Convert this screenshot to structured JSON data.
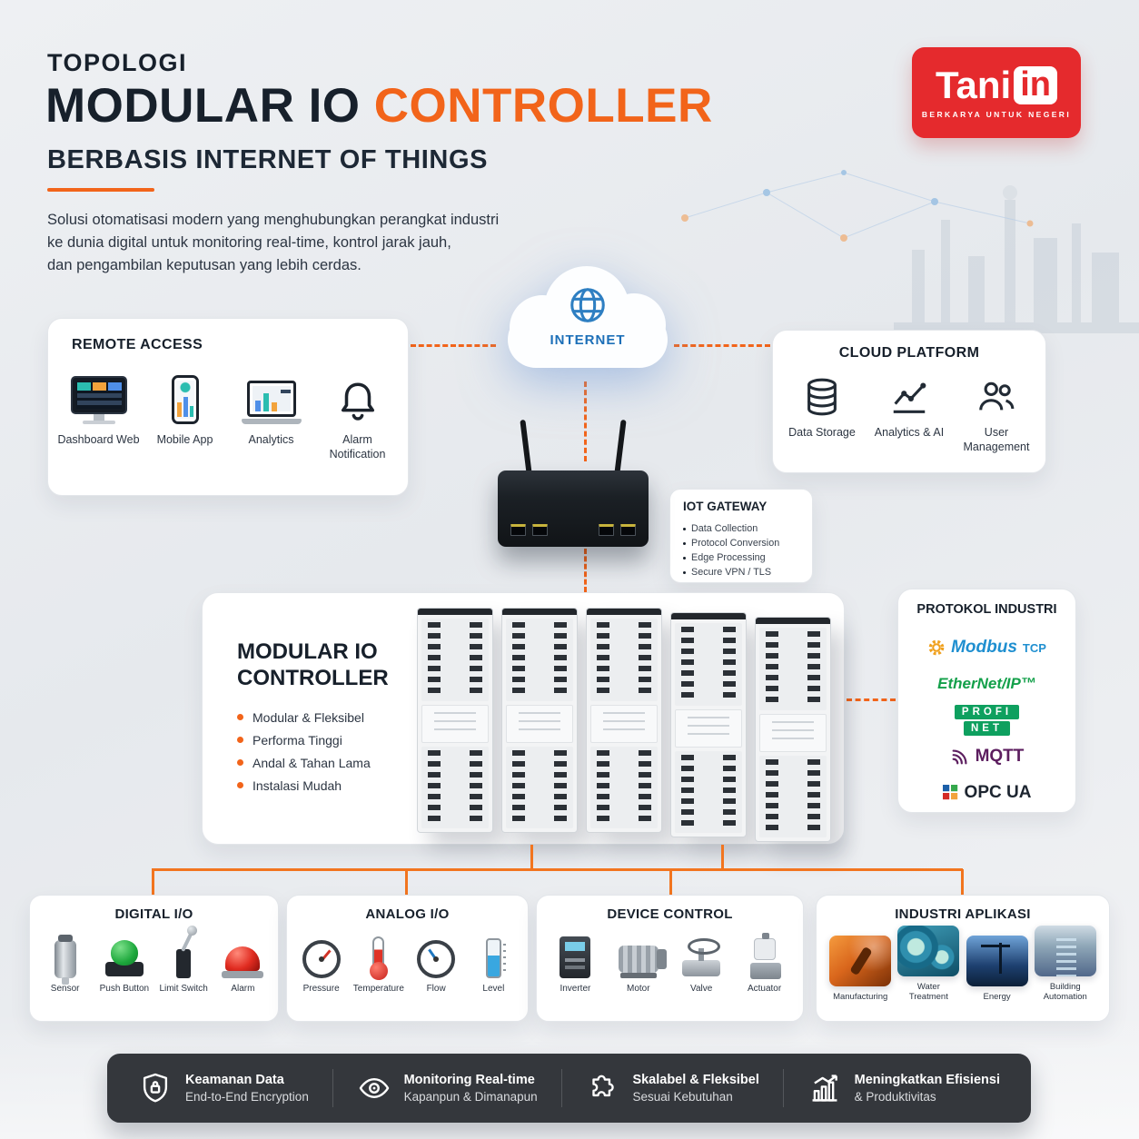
{
  "colors": {
    "accent": "#F2641A",
    "dark": "#17202B",
    "logo_red": "#E52A2D",
    "footer_bg": "#34373C",
    "internet_blue": "#1C6FB8"
  },
  "header": {
    "kicker": "TOPOLOGI",
    "title_dark": "MODULAR IO ",
    "title_accent": "CONTROLLER",
    "subtitle": "BERBASIS INTERNET OF THINGS",
    "description_lines": [
      "Solusi otomatisasi modern yang menghubungkan perangkat industri",
      "ke dunia digital untuk monitoring real-time, kontrol jarak jauh,",
      "dan pengambilan keputusan yang lebih cerdas."
    ]
  },
  "logo": {
    "brand_main": "Tani",
    "brand_box": "in",
    "tagline": "BERKARYA UNTUK NEGERI"
  },
  "internet": {
    "label": "INTERNET"
  },
  "remote_access": {
    "title": "REMOTE ACCESS",
    "items": [
      {
        "label": "Dashboard Web",
        "icon": "monitor-dashboard-icon"
      },
      {
        "label": "Mobile App",
        "icon": "smartphone-icon"
      },
      {
        "label": "Analytics",
        "icon": "laptop-chart-icon"
      },
      {
        "label": "Alarm Notification",
        "icon": "bell-icon"
      }
    ]
  },
  "cloud_platform": {
    "title": "CLOUD PLATFORM",
    "items": [
      {
        "label": "Data Storage",
        "icon": "database-icon"
      },
      {
        "label": "Analytics & AI",
        "icon": "line-chart-icon"
      },
      {
        "label": "User Management",
        "icon": "users-icon"
      }
    ]
  },
  "iot_gateway": {
    "title": "IOT GATEWAY",
    "bullets": [
      "Data Collection",
      "Protocol Conversion",
      "Edge Processing",
      "Secure VPN / TLS"
    ]
  },
  "controller": {
    "title_line1": "MODULAR IO",
    "title_line2": "CONTROLLER",
    "bullets": [
      "Modular & Fleksibel",
      "Performa Tinggi",
      "Andal & Tahan Lama",
      "Instalasi Mudah"
    ]
  },
  "protocols": {
    "title": "PROTOKOL INDUSTRI",
    "modbus_name": "Modbus",
    "modbus_suffix": "TCP",
    "ethernet_ip": "EtherNet/IP™",
    "profinet_line1": "PROFI",
    "profinet_line2": "NET",
    "mqtt": "MQTT",
    "opc_ua": "OPC UA"
  },
  "io_groups": [
    {
      "title": "DIGITAL I/O",
      "items": [
        "Sensor",
        "Push Button",
        "Limit Switch",
        "Alarm"
      ]
    },
    {
      "title": "ANALOG I/O",
      "items": [
        "Pressure",
        "Temperature",
        "Flow",
        "Level"
      ]
    },
    {
      "title": "DEVICE CONTROL",
      "items": [
        "Inverter",
        "Motor",
        "Valve",
        "Actuator"
      ]
    },
    {
      "title": "INDUSTRI APLIKASI",
      "items": [
        "Manufacturing",
        "Water Treatment",
        "Energy",
        "Building Automation"
      ]
    }
  ],
  "footer": {
    "features": [
      {
        "title": "Keamanan Data",
        "subtitle": "End-to-End Encryption",
        "icon": "shield-lock-icon"
      },
      {
        "title": "Monitoring Real-time",
        "subtitle": "Kapanpun & Dimanapun",
        "icon": "eye-icon"
      },
      {
        "title": "Skalabel & Fleksibel",
        "subtitle": "Sesuai Kebutuhan",
        "icon": "puzzle-icon"
      },
      {
        "title": "Meningkatkan Efisiensi",
        "subtitle": "& Produktivitas",
        "icon": "chart-up-icon"
      }
    ]
  }
}
